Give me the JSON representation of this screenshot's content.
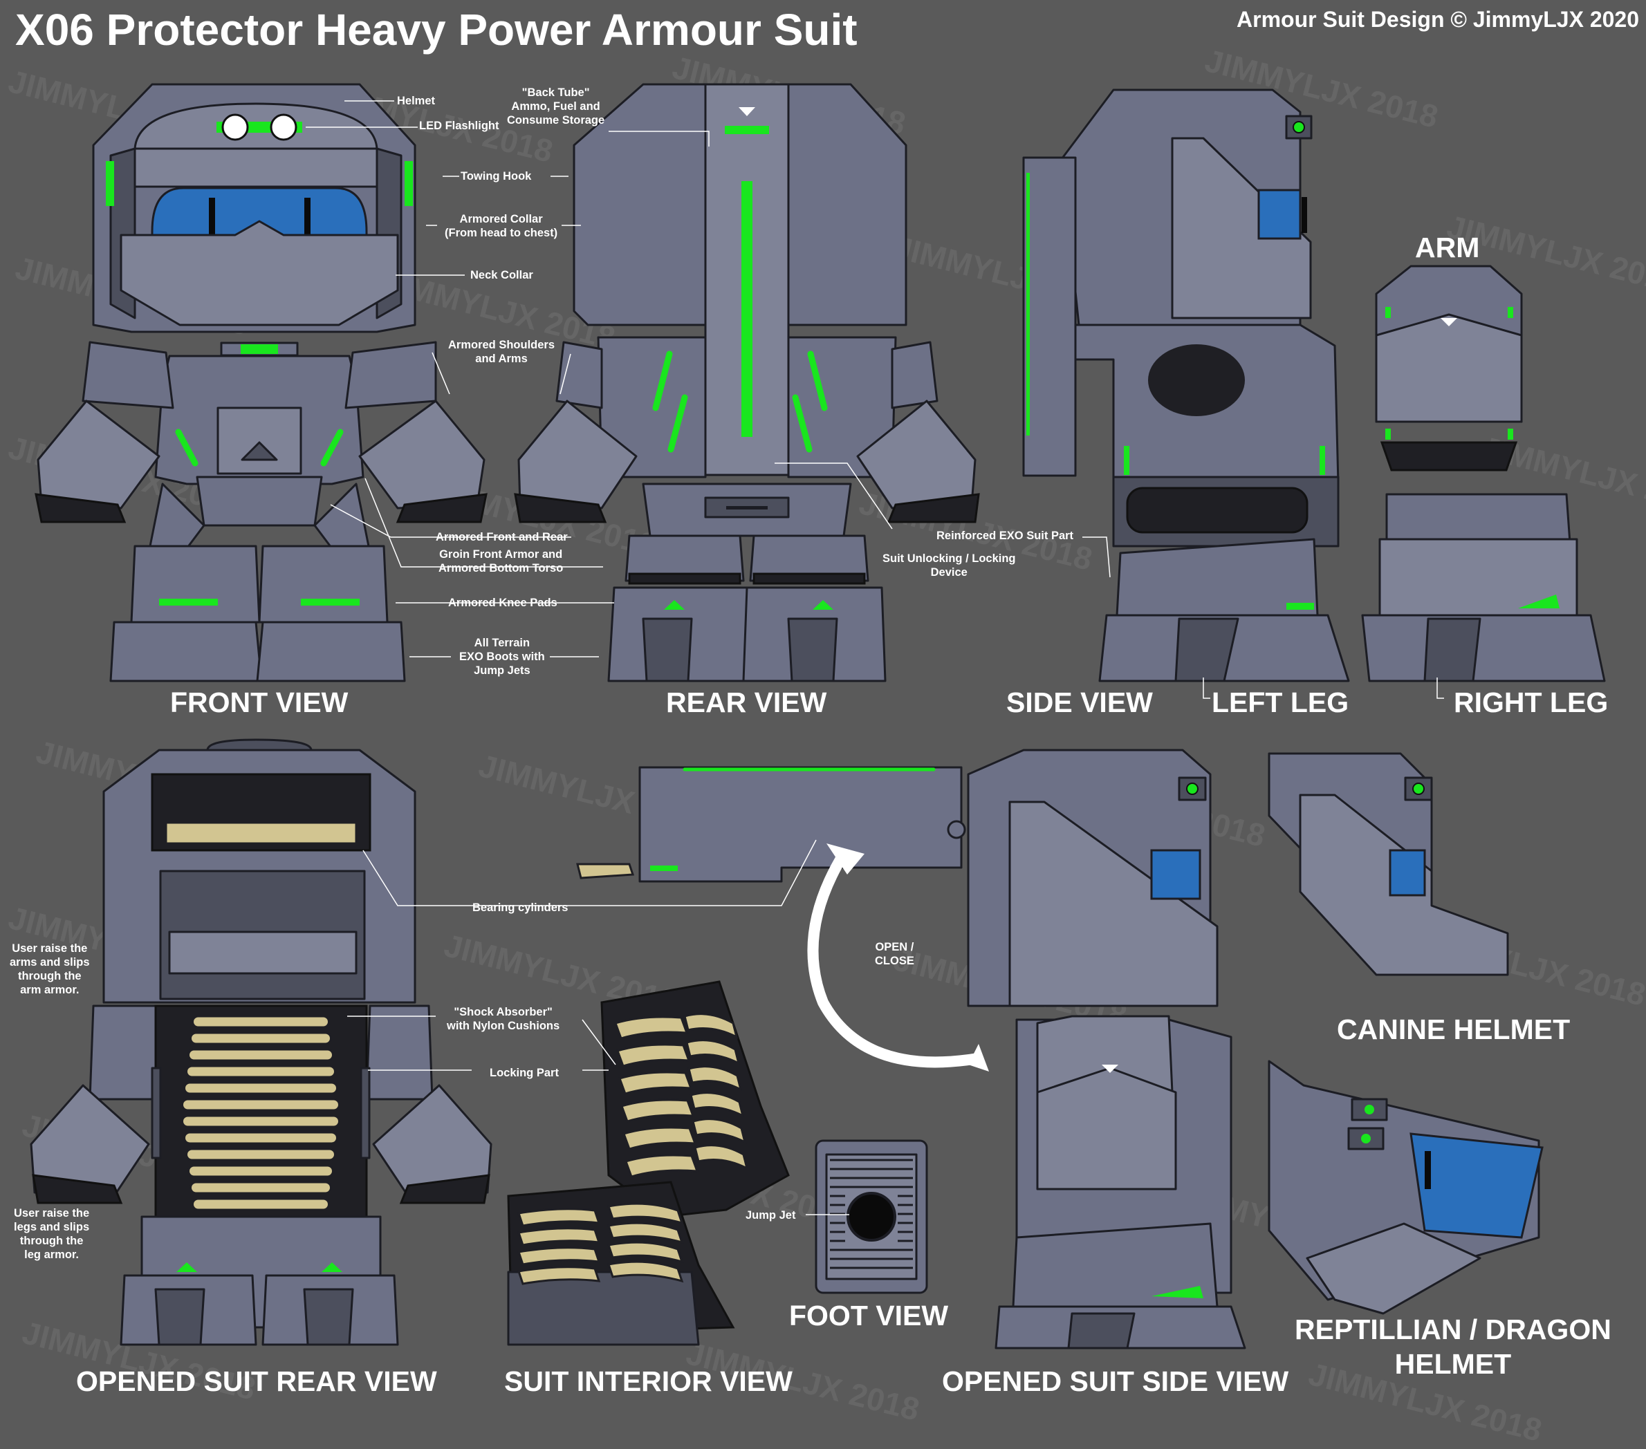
{
  "header": {
    "title": "X06 Protector Heavy Power Armour Suit",
    "credit": "Armour Suit Design © JimmyLJX 2020"
  },
  "watermark": "JIMMYLJX 2018",
  "colors": {
    "background": "#5a5a5a",
    "armor": "#6d7187",
    "armor_light": "#7f8397",
    "armor_dark": "#4c4f5d",
    "outline": "#1c1d24",
    "accent_green": "#19e61e",
    "visor_blue": "#2a6fbb",
    "cushion_tan": "#d2c591",
    "text": "#ffffff"
  },
  "views": {
    "front": "FRONT VIEW",
    "rear": "REAR VIEW",
    "side": "SIDE VIEW",
    "left_leg": "LEFT LEG",
    "right_leg": "RIGHT LEG",
    "arm": "ARM",
    "opened_rear": "OPENED SUIT REAR VIEW",
    "interior": "SUIT INTERIOR VIEW",
    "foot": "FOOT VIEW",
    "opened_side": "OPENED SUIT SIDE VIEW",
    "canine_helmet": "CANINE HELMET",
    "dragon_helmet": "REPTILLIAN / DRAGON\nHELMET"
  },
  "callouts": {
    "helmet": "Helmet",
    "led_flashlight": "LED Flashlight",
    "back_tube": "\"Back Tube\"\nAmmo, Fuel and\nConsume Storage",
    "towing_hook": "Towing Hook",
    "armored_collar": "Armored Collar\n(From head to chest)",
    "neck_collar": "Neck Collar",
    "armored_shoulders": "Armored Shoulders\nand Arms",
    "armored_front_rear": "Armored Front and Rear",
    "groin_armor": "Groin Front Armor and\nArmored Bottom Torso",
    "knee_pads": "Armored Knee Pads",
    "exo_boots": "All Terrain\nEXO Boots with\nJump Jets",
    "reinforced_exo": "Reinforced EXO Suit Part",
    "unlocking_device": "Suit Unlocking / Locking\nDevice",
    "bearing_cylinders": "Bearing cylinders",
    "open_close": "OPEN /\nCLOSE",
    "arms_note": "User raise the\narms and slips\nthrough the\narm armor.",
    "legs_note": "User raise the\nlegs and slips\nthrough the\nleg armor.",
    "shock_absorber": "\"Shock Absorber\"\nwith Nylon Cushions",
    "locking_part": "Locking Part",
    "jump_jet": "Jump Jet"
  }
}
